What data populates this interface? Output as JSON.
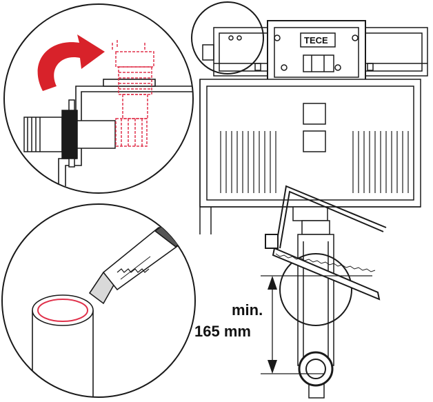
{
  "dimension": {
    "min_label": "min.",
    "value_label": "165 mm"
  },
  "brand_logo": "TECE",
  "colors": {
    "rotation_arrow": "#d8222a",
    "dashed_fitting": "#e0304a",
    "line": "#1a1a1a",
    "fill_light": "#ffffff"
  },
  "icons": {
    "rotation": "curved-arrow-clockwise",
    "cutter": "utility-knife",
    "saw": "hacksaw"
  }
}
